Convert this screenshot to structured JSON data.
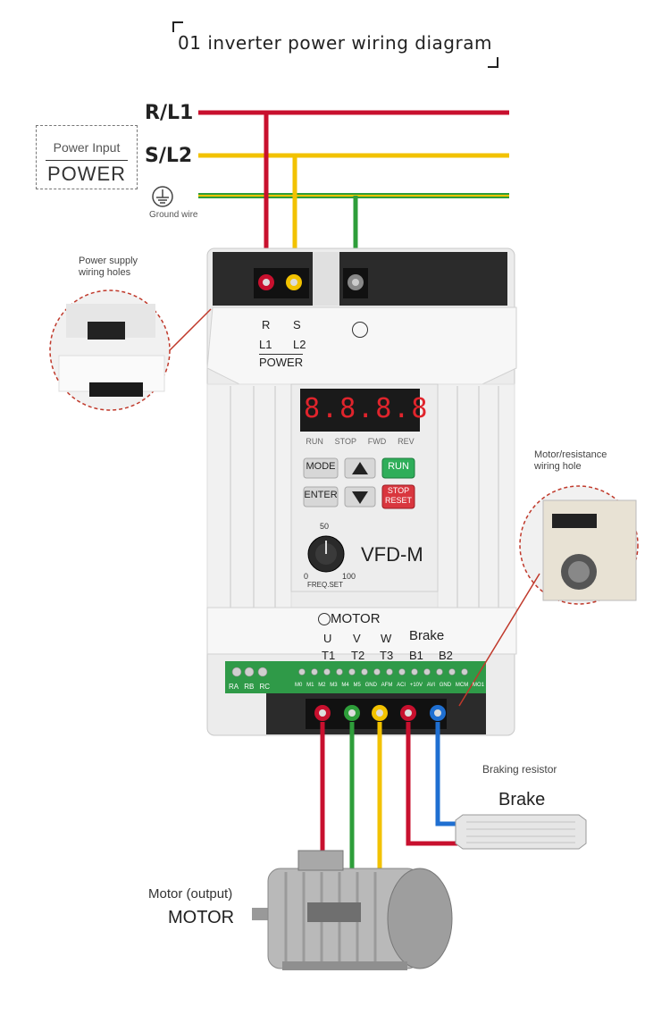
{
  "title": "01 inverter power wiring diagram",
  "power_input": {
    "label_top": "Power Input",
    "label_bottom": "POWER",
    "lines": [
      "R/L1",
      "S/L2"
    ],
    "ground_label": "Ground wire"
  },
  "callouts": {
    "power_holes": "Power supply wiring holes",
    "motor_holes": "Motor/resistance wiring hole",
    "braking_resistor": "Braking resistor",
    "brake": "Brake",
    "motor_output": "Motor (output)",
    "motor": "MOTOR"
  },
  "device": {
    "top_terminals": {
      "r": "R",
      "s": "S",
      "l1": "L1",
      "l2": "L2",
      "power": "POWER"
    },
    "display": "8.8.8.8",
    "indicators": [
      "RUN",
      "STOP",
      "FWD",
      "REV"
    ],
    "buttons": {
      "mode": "MODE",
      "enter": "ENTER",
      "run": "RUN",
      "stop_reset_1": "STOP",
      "stop_reset_2": "RESET"
    },
    "knob": {
      "top": "50",
      "min": "0",
      "max": "100",
      "label": "FREQ.SET"
    },
    "model": "VFD-M",
    "bottom_terminals": {
      "motor": "MOTOR",
      "u": "U",
      "v": "V",
      "w": "W",
      "t1": "T1",
      "t2": "T2",
      "t3": "T3",
      "brake": "Brake",
      "b1": "B1",
      "b2": "B2"
    },
    "relay_labels": [
      "RA",
      "RB",
      "RC"
    ],
    "control_labels": [
      "M0",
      "M1",
      "M2",
      "M3",
      "M4",
      "M5",
      "GND",
      "AFM",
      "ACI",
      "+10V",
      "AVI",
      "GND",
      "MCM",
      "MO1"
    ]
  },
  "colors": {
    "red": "#c8102e",
    "yellow": "#f2c200",
    "green": "#2e9e3a",
    "blue": "#1f6fd1",
    "callout": "#c0392b",
    "run_green": "#2fae5a",
    "stop_red": "#d9363e"
  }
}
